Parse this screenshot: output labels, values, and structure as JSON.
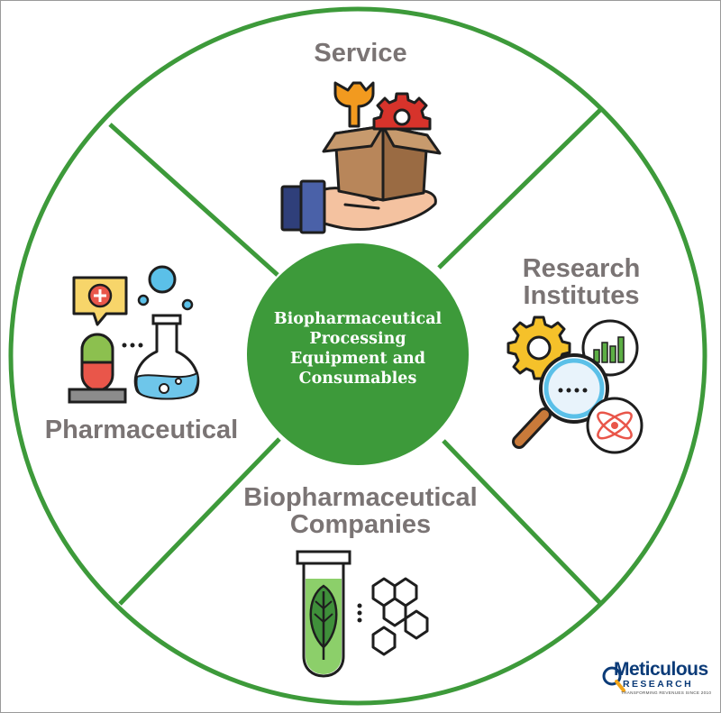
{
  "center": {
    "title_lines": [
      "Biopharmaceutical",
      "Processing",
      "Equipment and",
      "Consumables"
    ]
  },
  "segments": {
    "top": {
      "label_lines": [
        "Service"
      ]
    },
    "right": {
      "label_lines": [
        "Research",
        "Institutes"
      ]
    },
    "bottom": {
      "label_lines": [
        "Biopharmaceutical",
        "Companies"
      ]
    },
    "left": {
      "label_lines": [
        "Pharmaceutical"
      ]
    }
  },
  "icons": {
    "top": "hand-box-tools-icon",
    "right": "research-magnifier-icon",
    "bottom": "test-tube-leaf-molecule-icon",
    "left": "medicine-flask-icon"
  },
  "logo": {
    "name": "Meticulous",
    "sub": "RESEARCH",
    "tagline": "TRANSFORMING REVENUES SINCE 2010"
  },
  "colors": {
    "green": "#3d9a3a",
    "label_gray": "#7a7474",
    "logo_blue": "#0b3b78",
    "logo_orange": "#f2a51a"
  }
}
